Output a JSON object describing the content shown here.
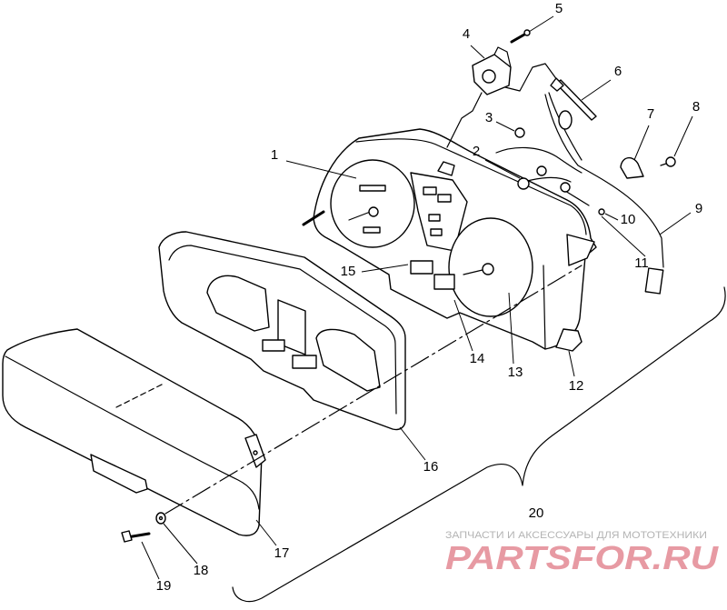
{
  "diagram": {
    "callouts": [
      "1",
      "2",
      "3",
      "4",
      "5",
      "6",
      "7",
      "8",
      "9",
      "10",
      "11",
      "12",
      "13",
      "14",
      "15",
      "16",
      "17",
      "18",
      "19",
      "20"
    ]
  },
  "watermark": {
    "caption": "ЗАПЧАСТИ И АКСЕССУАРЫ ДЛЯ МОТОТЕХНИКИ",
    "logo": "PARTSFOR.RU"
  },
  "colors": {
    "line": "#000000",
    "background": "#ffffff",
    "caption": "#b4b4b4",
    "logo": "#e79aa3"
  }
}
